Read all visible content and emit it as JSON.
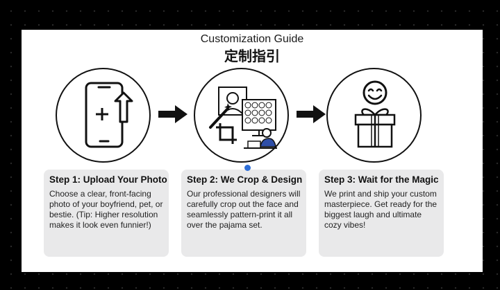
{
  "guide": {
    "title_en": "Customization Guide",
    "title_zh": "定制指引"
  },
  "steps": [
    {
      "title": "Step 1: Upload Your Photo",
      "body": "Choose a clear, front-facing photo of your boyfriend, pet, or bestie. (Tip: Higher resolution makes it look even funnier!)",
      "icon": "phone-upload-icon"
    },
    {
      "title": "Step 2: We Crop & Design",
      "body": "Our professional designers will carefully crop out the face and seamlessly pattern-print it all over the pajama set.",
      "icon": "designer-crop-icon"
    },
    {
      "title": "Step 3: Wait for the Magic",
      "body": "We print and ship your custom masterpiece. Get ready for the biggest laugh and ultimate cozy vibes!",
      "icon": "smiley-gift-icon"
    }
  ],
  "colors": {
    "accent": "#2f6fd8",
    "card_bg": "#e9e9ea",
    "ink": "#111111"
  }
}
